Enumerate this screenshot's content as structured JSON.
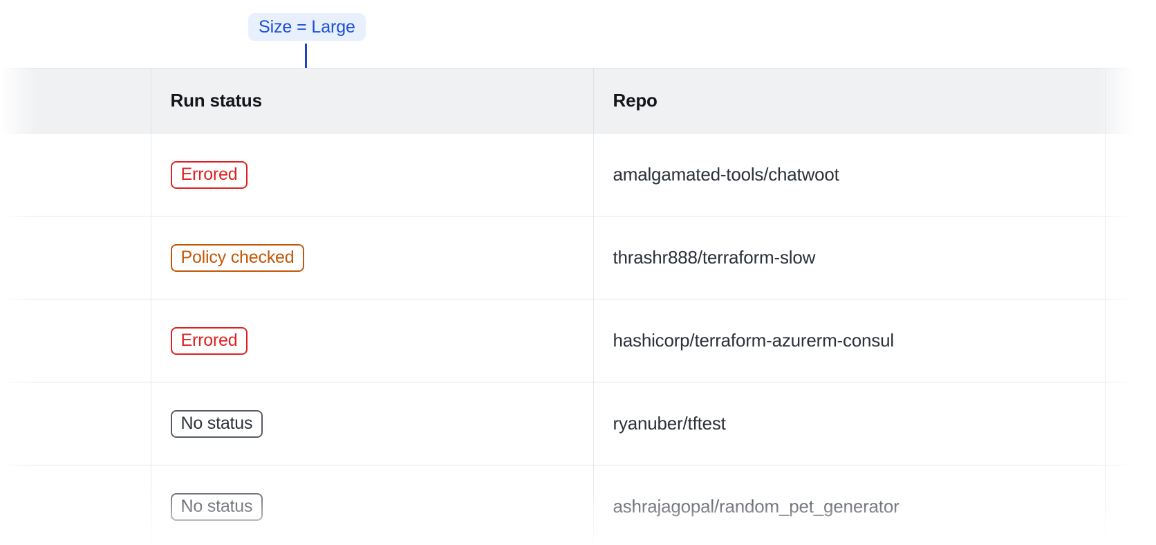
{
  "annotation": {
    "label": "Size = Large",
    "accent_color": "#1a4fd8",
    "badge_background": "#e9f0fd",
    "connector_color": "#1a42c4"
  },
  "table": {
    "columns": [
      {
        "key": "lead",
        "label": ""
      },
      {
        "key": "status",
        "label": "Run status"
      },
      {
        "key": "repo",
        "label": "Repo"
      },
      {
        "key": "tail",
        "label": ""
      }
    ],
    "header_background": "#f0f1f3",
    "border_color": "#e4e6ea",
    "rows": [
      {
        "status": "Errored",
        "status_variant": "errored",
        "status_color": "#e02020",
        "repo": "amalgamated-tools/chatwoot"
      },
      {
        "status": "Policy checked",
        "status_variant": "policy",
        "status_color": "#c25708",
        "repo": "thrashr888/terraform-slow"
      },
      {
        "status": "Errored",
        "status_variant": "errored",
        "status_color": "#e02020",
        "repo": "hashicorp/terraform-azurerm-consul"
      },
      {
        "status": "No status",
        "status_variant": "none",
        "status_color": "#2b303a",
        "repo": "ryanuber/tftest"
      },
      {
        "status": "No status",
        "status_variant": "none",
        "status_color": "#2b303a",
        "repo": "ashrajagopal/random_pet_generator"
      }
    ]
  }
}
